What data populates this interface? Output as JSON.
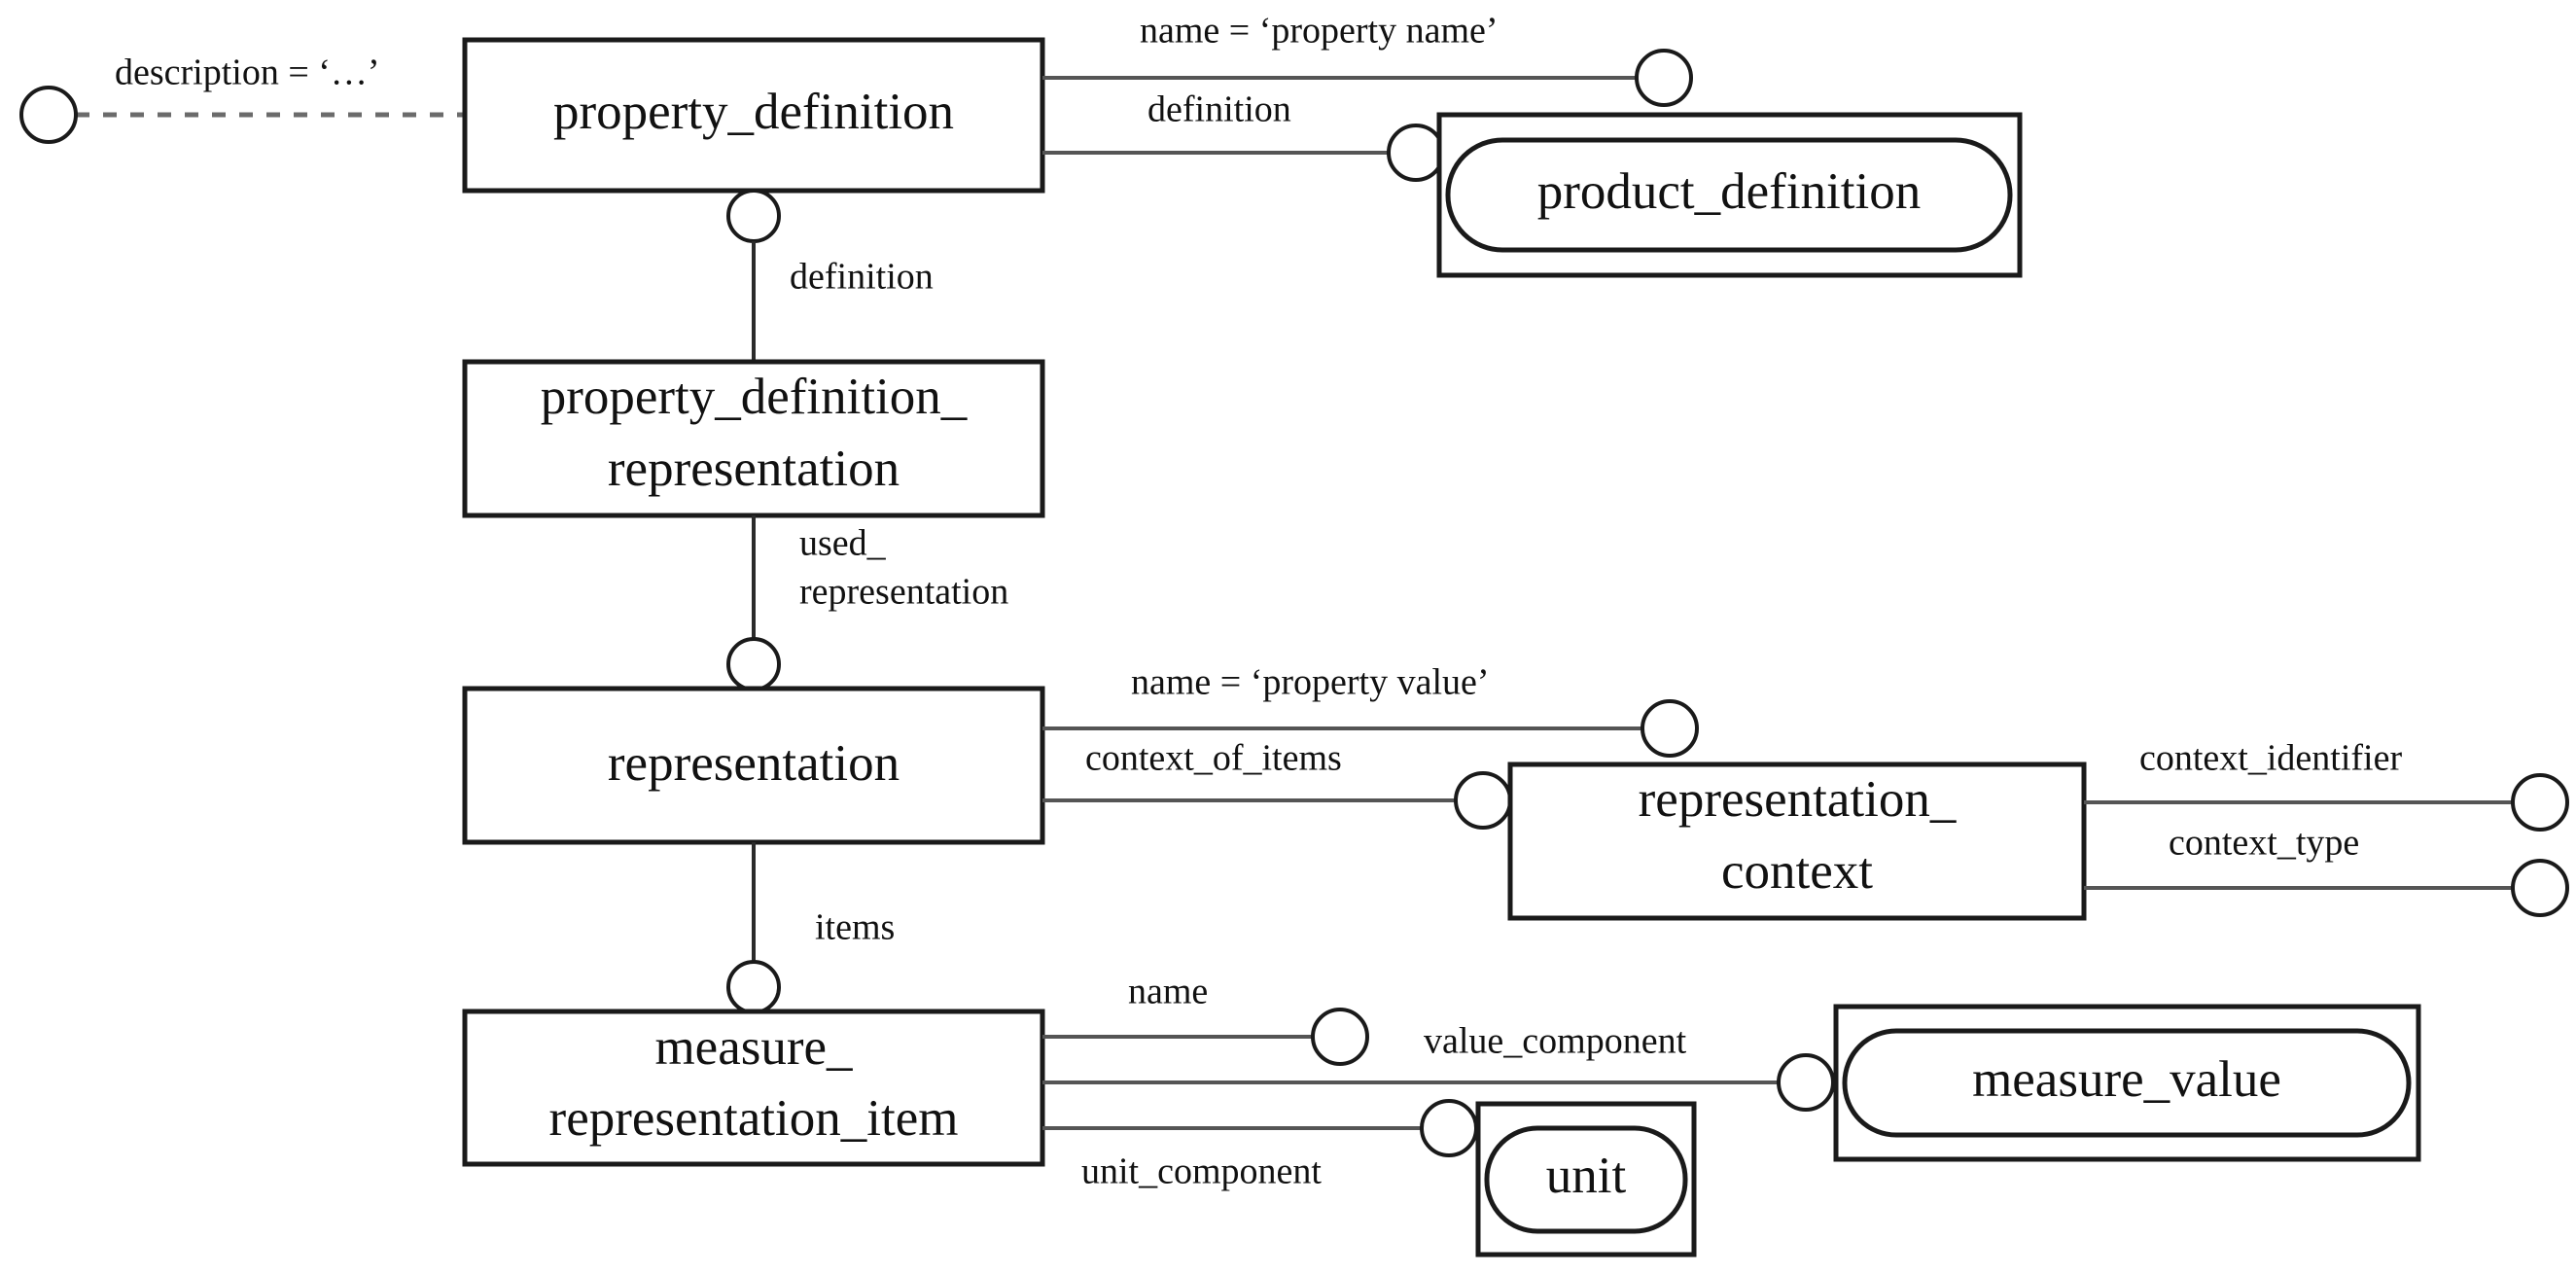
{
  "diagram": {
    "kind": "EXPRESS-G entity relationship diagram",
    "entities": [
      {
        "id": "property_definition",
        "label": "property_definition",
        "style": "entity"
      },
      {
        "id": "property_definition_representation",
        "label_line1": "property_definition_",
        "label_line2": "representation",
        "style": "entity"
      },
      {
        "id": "representation",
        "label": "representation",
        "style": "entity"
      },
      {
        "id": "representation_context",
        "label_line1": "representation_",
        "label_line2": "context",
        "style": "entity"
      },
      {
        "id": "measure_representation_item",
        "label_line1": "measure_",
        "label_line2": "representation_item",
        "style": "entity"
      },
      {
        "id": "product_definition",
        "label": "product_definition",
        "style": "referenced-type"
      },
      {
        "id": "measure_value",
        "label": "measure_value",
        "style": "referenced-type"
      },
      {
        "id": "unit",
        "label": "unit",
        "style": "referenced-type"
      }
    ],
    "relations": [
      {
        "id": "description",
        "label": "description = ‘…’",
        "from": "attribute-circle-left",
        "to": "property_definition",
        "line": "dashed"
      },
      {
        "id": "name_property_name",
        "label": "name = ‘property name’",
        "from": "property_definition",
        "to": "attribute-circle",
        "line": "solid"
      },
      {
        "id": "definition_product",
        "label": "definition",
        "from": "property_definition",
        "to": "product_definition",
        "line": "solid"
      },
      {
        "id": "definition_pdr",
        "label": "definition",
        "from": "property_definition",
        "to": "property_definition_representation",
        "line": "solid"
      },
      {
        "id": "used_representation",
        "label_line1": "used_",
        "label_line2": "representation",
        "from": "property_definition_representation",
        "to": "representation",
        "line": "solid"
      },
      {
        "id": "name_property_value",
        "label": "name = ‘property value’",
        "from": "representation",
        "to": "attribute-circle",
        "line": "solid"
      },
      {
        "id": "context_of_items",
        "label": "context_of_items",
        "from": "representation",
        "to": "representation_context",
        "line": "solid"
      },
      {
        "id": "context_identifier",
        "label": "context_identifier",
        "from": "representation_context",
        "to": "attribute-circle",
        "line": "solid"
      },
      {
        "id": "context_type",
        "label": "context_type",
        "from": "representation_context",
        "to": "attribute-circle",
        "line": "solid"
      },
      {
        "id": "items",
        "label": "items",
        "from": "representation",
        "to": "measure_representation_item",
        "line": "solid"
      },
      {
        "id": "name_mri",
        "label": "name",
        "from": "measure_representation_item",
        "to": "attribute-circle",
        "line": "solid"
      },
      {
        "id": "value_component",
        "label": "value_component",
        "from": "measure_representation_item",
        "to": "measure_value",
        "line": "solid"
      },
      {
        "id": "unit_component",
        "label": "unit_component",
        "from": "measure_representation_item",
        "to": "unit",
        "line": "solid"
      }
    ],
    "colors": {
      "background": "#ffffff",
      "box_stroke": "#1a1a1a",
      "line_stroke": "#555555",
      "text": "#111111"
    }
  }
}
